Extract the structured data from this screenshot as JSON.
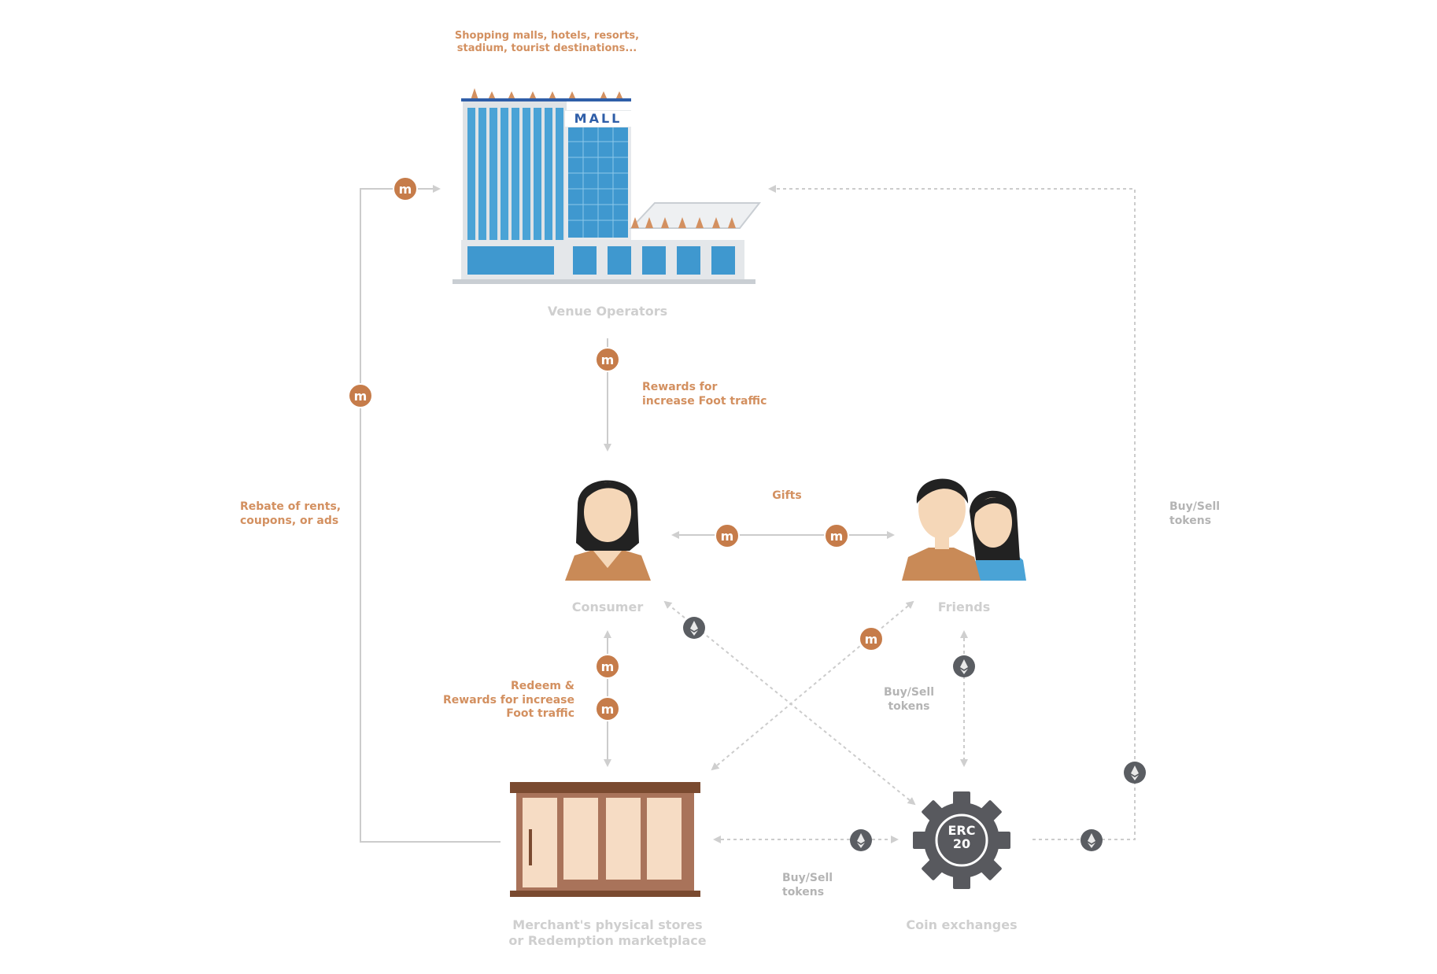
{
  "labels": {
    "venue_types": "Shopping malls, hotels, resorts,\nstadium, tourist destinations...",
    "mall_sign": "MALL",
    "venue_operators": "Venue Operators",
    "rewards_foot_traffic": "Rewards for\nincrease Foot traffic",
    "gifts": "Gifts",
    "rebate": "Rebate of rents,\ncoupons, or ads",
    "consumer": "Consumer",
    "friends": "Friends",
    "buy_sell_right": "Buy/Sell\ntokens",
    "buy_sell_middle": "Buy/Sell\ntokens",
    "buy_sell_bottom": "Buy/Sell\ntokens",
    "redeem": "Redeem &\nRewards for increase\nFoot traffic",
    "merchant": "Merchant's physical stores\nor Redemption marketplace",
    "coin_exchanges": "Coin exchanges",
    "erc20": "ERC\n20"
  },
  "coin_glyph": "m",
  "colors": {
    "accent": "#c67c4a",
    "label_orange": "#d39060",
    "line_gray": "#cccccc",
    "eth_dark": "#5a5d62",
    "glass_blue": "#4aa3d6"
  },
  "icons": [
    "coin-icon",
    "ethereum-icon",
    "gear-icon",
    "mall-building",
    "woman-avatar",
    "couple-avatar",
    "store-front"
  ]
}
